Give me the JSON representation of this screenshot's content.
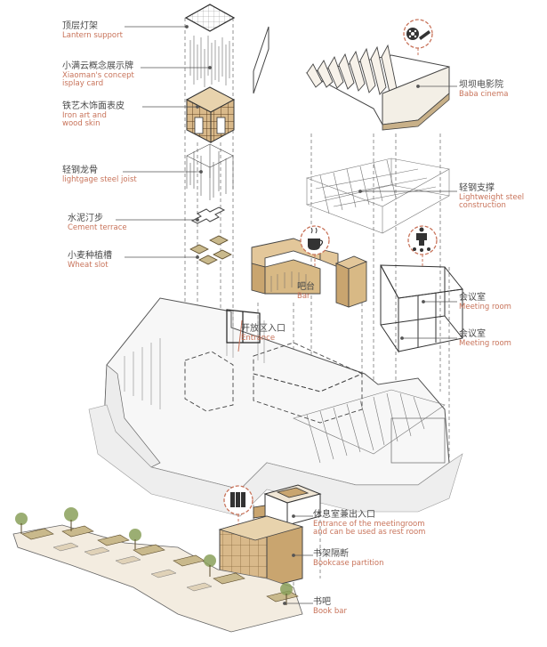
{
  "colors": {
    "accent": "#c8735a",
    "line": "#4a4a4a",
    "wood": "#d7b98a",
    "wood_dark": "#b8925c",
    "dashed": "#555555"
  },
  "labels": {
    "lantern_support": {
      "zh": "顶层灯架",
      "en": "Lantern support"
    },
    "concept_card": {
      "zh": "小满云概念展示牌",
      "en1": "Xiaoman's concept",
      "en2": "isplay card"
    },
    "iron_wood": {
      "zh": "铁艺木饰面表皮",
      "en1": "Iron art and",
      "en2": "wood skin"
    },
    "steel_joist": {
      "zh": "轻钢龙骨",
      "en": "lightgage steel joist"
    },
    "cement_terrace": {
      "zh": "水泥汀步",
      "en": "Cement terrace"
    },
    "wheat_slot": {
      "zh": "小麦种植槽",
      "en": "Wheat slot"
    },
    "cinema": {
      "zh": "坝坝电影院",
      "en": "Baba cinema"
    },
    "steel_construction": {
      "zh": "轻钢支撑",
      "en1": "Lightweight steel",
      "en2": "construction"
    },
    "meeting_room_1": {
      "zh": "会议室",
      "en": "Meeting room"
    },
    "meeting_room_2": {
      "zh": "会议室",
      "en": "Meeting room"
    },
    "open_entrance": {
      "zh": "开放区入口",
      "en": "Entrance"
    },
    "bar": {
      "zh": "吧台",
      "en": "Bar"
    },
    "rest_entrance": {
      "zh": "休息室兼出入口",
      "en1": "Entrance of the meetingroom",
      "en2": "and can be used as rest room"
    },
    "bookcase": {
      "zh": "书架隔断",
      "en": "Bookcase partition"
    },
    "book_bar": {
      "zh": "书吧",
      "en": "Book bar"
    }
  },
  "icons": [
    "film-reel-icon",
    "coffee-cup-icon",
    "meeting-speaker-icon",
    "books-icon"
  ]
}
